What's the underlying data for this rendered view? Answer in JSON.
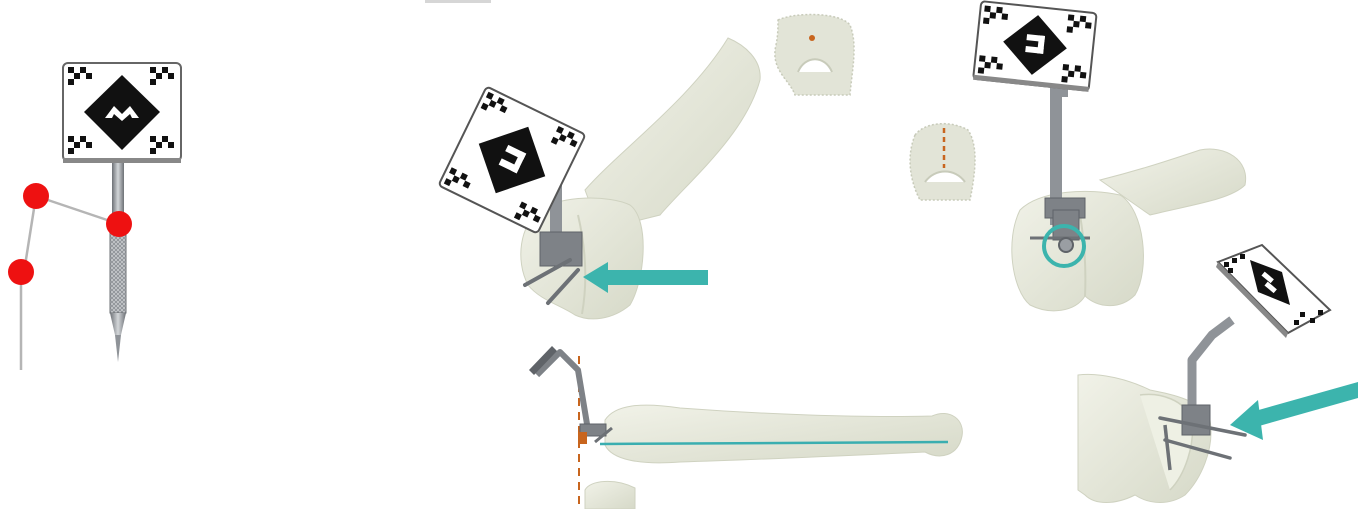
{
  "colors": {
    "bone": "#e9ebde",
    "bone_shade": "#d4d7c6",
    "bone_dark": "#c2c6b2",
    "marker_black": "#111111",
    "marker_white": "#ffffff",
    "metal": "#8f9398",
    "metal_light": "#c4c7cb",
    "metal_dark": "#5f6368",
    "arrow_teal": "#3cb4ad",
    "axis_teal": "#3aaeb0",
    "landmark_red": "#ee1111",
    "guide_orange": "#c8651e",
    "line_gray": "#b5b5b5"
  },
  "panels": [
    {
      "name": "digitizer-pointer-panel",
      "icon": "pointer-probe-with-marker"
    },
    {
      "name": "femur-tracker-anterior-view",
      "icon": "femur-with-tracker"
    },
    {
      "name": "condyle-axial-views",
      "icon": "distal-femur-cross-sections"
    },
    {
      "name": "femur-tracker-posterior-view",
      "icon": "femur-with-tracker-circled-pin"
    },
    {
      "name": "femur-lateral-axis-view",
      "icon": "femur-mechanical-axis"
    },
    {
      "name": "tibia-tracker-view",
      "icon": "tibia-with-tracker"
    }
  ]
}
